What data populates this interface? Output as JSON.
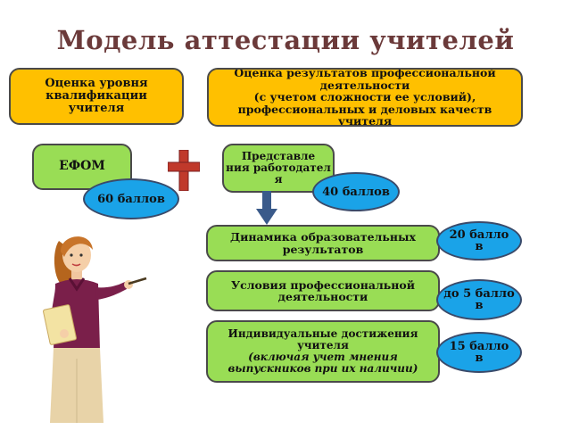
{
  "title": "Модель аттестации учителей",
  "top_boxes": {
    "qualification": "Оценка уровня квалификации учителя",
    "results": "Оценка результатов профессиональной деятельности\n(с учетом сложности ее условий), профессиональных и деловых качеств учителя"
  },
  "efom": {
    "label": "ЕФОМ",
    "points": "60 баллов"
  },
  "employer": {
    "label": "Представле\nния работодател\nя",
    "points": "40 баллов"
  },
  "items": [
    {
      "label": "Динамика образовательных результатов",
      "points": "20 балло\nв"
    },
    {
      "label": "Условия профессиональной деятельности",
      "points": "до 5 балло\nв"
    },
    {
      "label": "Индивидуальные достижения учителя",
      "label_italic": "(включая учет мнения выпускников при их наличии)",
      "points": "15 балло\nв"
    }
  ],
  "colors": {
    "title": "#6b3a3a",
    "yellow_box": "#ffc000",
    "green_box": "#99dd55",
    "oval": "#1aa3e8",
    "plus": "#c0392b",
    "arrow": "#3a5a8a"
  },
  "icons": {
    "plus": "plus-icon",
    "arrow": "arrow-down-icon",
    "teacher": "teacher-illustration"
  }
}
